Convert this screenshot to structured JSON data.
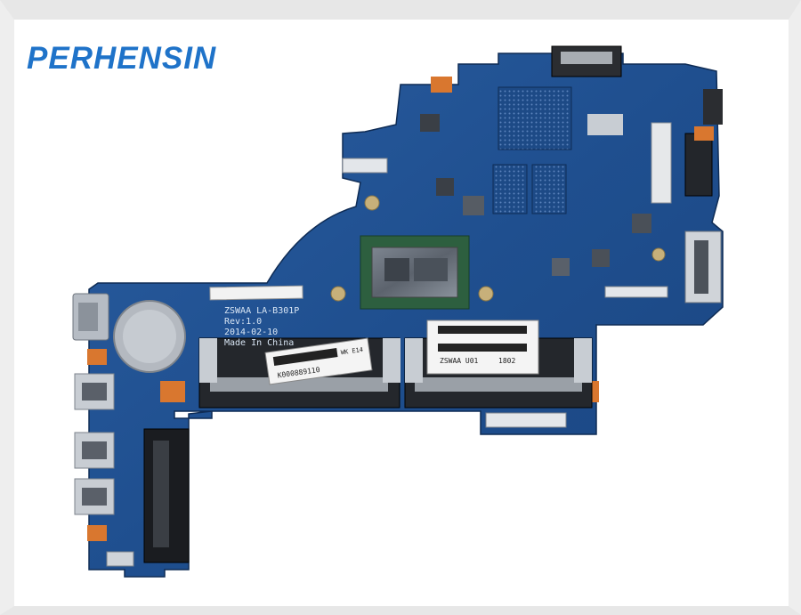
{
  "watermark": {
    "brand": "PERHENSIN"
  },
  "silkscreen": {
    "model": "ZSWAA  LA-B301P",
    "rev": "Rev:1.0",
    "date": "2014-02-10",
    "origin": "Made In China"
  },
  "stickers": {
    "left_label": "K000889110",
    "left_label_tag": "WK E14",
    "right_label_code": "ZSWAA U01",
    "right_label_sub": "1802"
  },
  "colors": {
    "pcb": "#1f4f8f",
    "pcb_dark": "#173d73",
    "pad_orange": "#d9772f",
    "brand": "#1f73c9"
  }
}
